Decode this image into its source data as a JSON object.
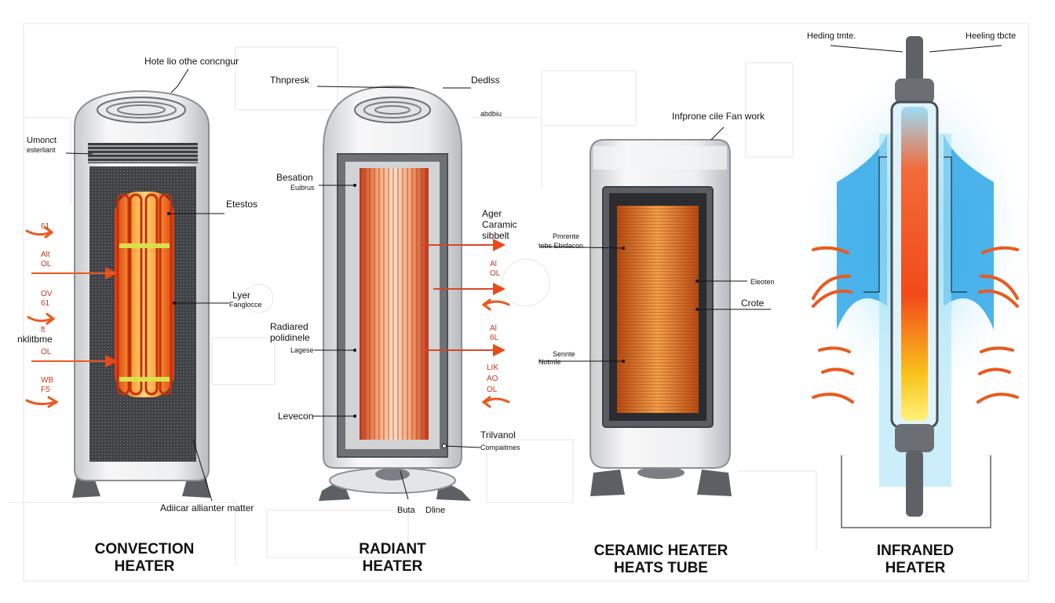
{
  "colors": {
    "accent_orange": "#f05a1a",
    "coil_orange": "#f47a22",
    "infrared_blue": "#5cc7f2",
    "body_grey": "#e6e7e8",
    "outline_grey": "#5a5d61"
  },
  "heaters": [
    {
      "title_line1": "CONVECTION",
      "title_line2": "HEATER",
      "top_label": "Hote lio othe concngur",
      "labels": {
        "left_1a": "Umonct",
        "left_1b": "esterliant",
        "right_1": "Etestos",
        "right_2": "Lyer",
        "right_2b": "Fanglocce",
        "bottom": "Adiicar allianter matter",
        "left_side_1": "nklitbme"
      },
      "side_codes": [
        "61",
        "Alt",
        "OL",
        "OV",
        "61",
        "ft",
        "OL",
        "WB",
        "F5"
      ]
    },
    {
      "title_line1": "RADIANT",
      "title_line2": "HEATER",
      "top_left": "Thnpresk",
      "top_right": "Dedlss",
      "top_right_small": "abdbiu",
      "labels": {
        "left_1": "Besation",
        "left_1b": "Euibrus",
        "left_2a": "Radiared",
        "left_2b": "polidinele",
        "left_2c": "Lagese",
        "left_3": "Levecon",
        "right_1a": "Ager",
        "right_1b": "Caramic",
        "right_1c": "sibbelt",
        "right_2": "Trilvanol",
        "right_2b": "Compaitmes",
        "bottom_1": "Buta",
        "bottom_2": "Dline"
      },
      "side_codes": [
        "Al",
        "OL",
        "Al",
        "6L",
        "LIK",
        "AO",
        "OL"
      ]
    },
    {
      "title_line1": "CERAMIC  HEATER",
      "title_line2": "HEATS TUBE",
      "top_label": "Infprone cile Fan work",
      "labels": {
        "left_1a": "Pmrente",
        "left_1b": "tobs  Ebidacon",
        "left_2a": "Sennte",
        "left_2b": "Notmle",
        "right_1": "Eleoten",
        "right_2": "Crote"
      }
    },
    {
      "title_line1": "INFRANED",
      "title_line2": "HEATER",
      "top_left": "Heding tmte.",
      "top_right": "Heeling tbcte"
    }
  ]
}
